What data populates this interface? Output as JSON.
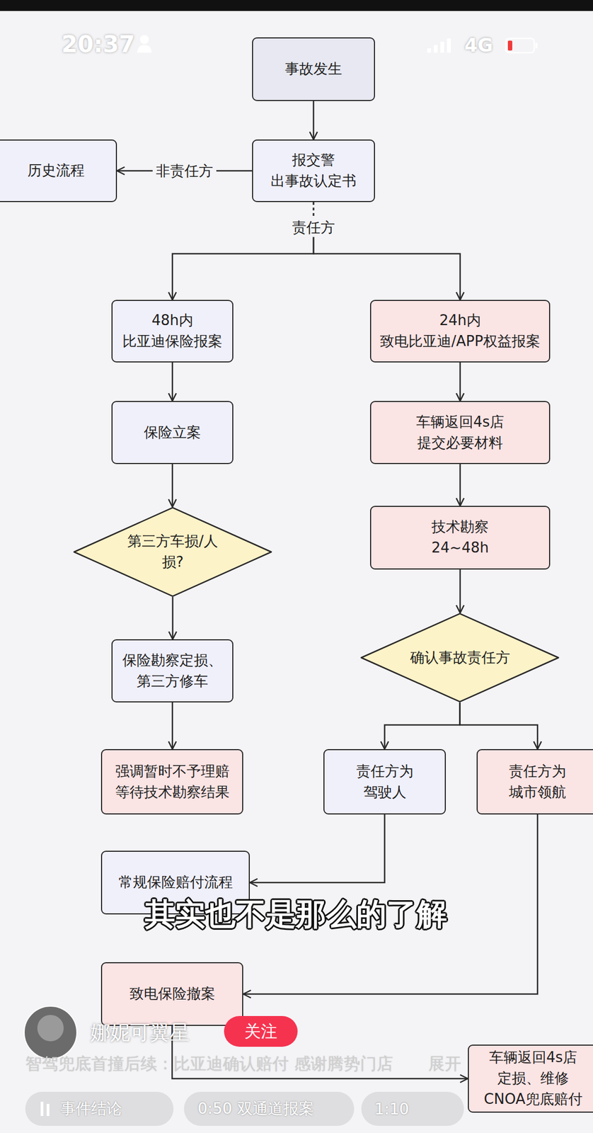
{
  "diagram": {
    "caption": "智驾兜底首撞后续：比亚迪确认赔付 感谢腾势门店",
    "nodes": [
      {
        "text": [
          "事故发生"
        ]
      },
      {
        "text": [
          "历史流程"
        ]
      },
      {
        "text": [
          "报交警 出事故认定书"
        ]
      },
      {
        "text": [
          "48h内 比亚迪保险报案"
        ]
      },
      {
        "text": [
          "24h内 致电比亚迪/APP权益报案"
        ]
      },
      {
        "text": [
          "保险立案"
        ]
      },
      {
        "text": [
          "车辆返回4s店 提交必要材料"
        ]
      },
      {
        "text": [
          "第三方车损/人 损?"
        ]
      },
      {
        "text": [
          "技术勘察 24~48h"
        ]
      },
      {
        "text": [
          "确认事故责任方"
        ]
      },
      {
        "text": [
          "保险勘察定损、 第三方修车"
        ]
      },
      {
        "text": [
          "强调暂时不予理赔 等待技术勘察结果"
        ]
      },
      {
        "text": [
          "责任方为 驾驶人"
        ]
      },
      {
        "text": [
          "责任方为 城市领航"
        ]
      },
      {
        "text": [
          "常规保险赔付流程"
        ]
      },
      {
        "text": [
          "致电保险撤案"
        ]
      },
      {
        "text": [
          "车辆返回4s店 定损、维修 CNOA兜底赔付"
        ]
      }
    ],
    "edges": [
      {
        "from": 0,
        "to": 2,
        "arrow": "to"
      },
      {
        "from": 2,
        "to": 1,
        "label": "非责任方",
        "arrow": "to"
      },
      {
        "from": 2,
        "to": 3,
        "label": "责任方",
        "arrow": "to"
      },
      {
        "from": 2,
        "to": 4,
        "arrow": "to"
      },
      {
        "from": 3,
        "to": 5,
        "arrow": "to"
      },
      {
        "from": 5,
        "to": 7,
        "arrow": "to"
      },
      {
        "from": 7,
        "to": 10,
        "arrow": "to"
      },
      {
        "from": 10,
        "to": 11,
        "arrow": "to"
      },
      {
        "from": 4,
        "to": 6,
        "arrow": "to"
      },
      {
        "from": 6,
        "to": 8,
        "arrow": "to"
      },
      {
        "from": 8,
        "to": 9,
        "arrow": "to"
      },
      {
        "from": 9,
        "to": 12,
        "arrow": "to"
      },
      {
        "from": 9,
        "to": 13,
        "arrow": "to"
      },
      {
        "from": 12,
        "to": 14,
        "arrow": "to"
      },
      {
        "from": 13,
        "to": 15,
        "arrow": "to"
      },
      {
        "from": 15,
        "to": 16,
        "arrow": "to"
      }
    ],
    "labels": [
      "20:37",
      "4G",
      "其实也不是那么的了解",
      "娜妮可翼星",
      "关注",
      "展开",
      "事件结论",
      "0:50 双通道报案",
      "1:10"
    ]
  }
}
